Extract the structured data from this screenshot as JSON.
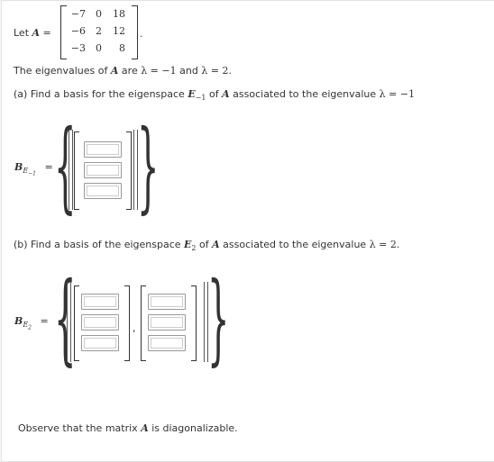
{
  "matrix": {
    "intro": "Let ",
    "var": "A",
    "eq": " =",
    "rows": [
      [
        "−7",
        "0",
        "18"
      ],
      [
        "−6",
        "2",
        "12"
      ],
      [
        "−3",
        "0",
        "8"
      ]
    ],
    "period": "."
  },
  "eigen_sentence": {
    "prefix": "The eigenvalues of ",
    "var": "A",
    "middle": " are ",
    "lambda1": "λ = −1",
    "and": " and ",
    "lambda2": "λ = 2",
    "period": "."
  },
  "part_a": {
    "prefix": "(a) Find a basis for the eigenspace ",
    "space": "E",
    "sub": "−1",
    "mid": " of ",
    "var": "A",
    "suffix": " associated to the eigenvalue ",
    "lambda": "λ = −1",
    "basis_label": "B",
    "basis_sub": "E",
    "basis_subsub": "−1",
    "equals": "="
  },
  "part_b": {
    "prefix": "(b) Find a basis of the eigenspace ",
    "space": "E",
    "sub": "2",
    "mid": " of ",
    "var": "A",
    "suffix": " associated to the eigenvalue ",
    "lambda": "λ = 2",
    "period": ".",
    "basis_label": "B",
    "basis_sub": "E",
    "basis_subsub": "2",
    "equals": "=",
    "comma": ","
  },
  "footer": {
    "prefix": "Observe that the matrix ",
    "var": "A",
    "suffix": " is diagonalizable."
  },
  "inputs": {
    "a": [
      "",
      "",
      ""
    ],
    "b1": [
      "",
      "",
      ""
    ],
    "b2": [
      "",
      "",
      ""
    ]
  }
}
